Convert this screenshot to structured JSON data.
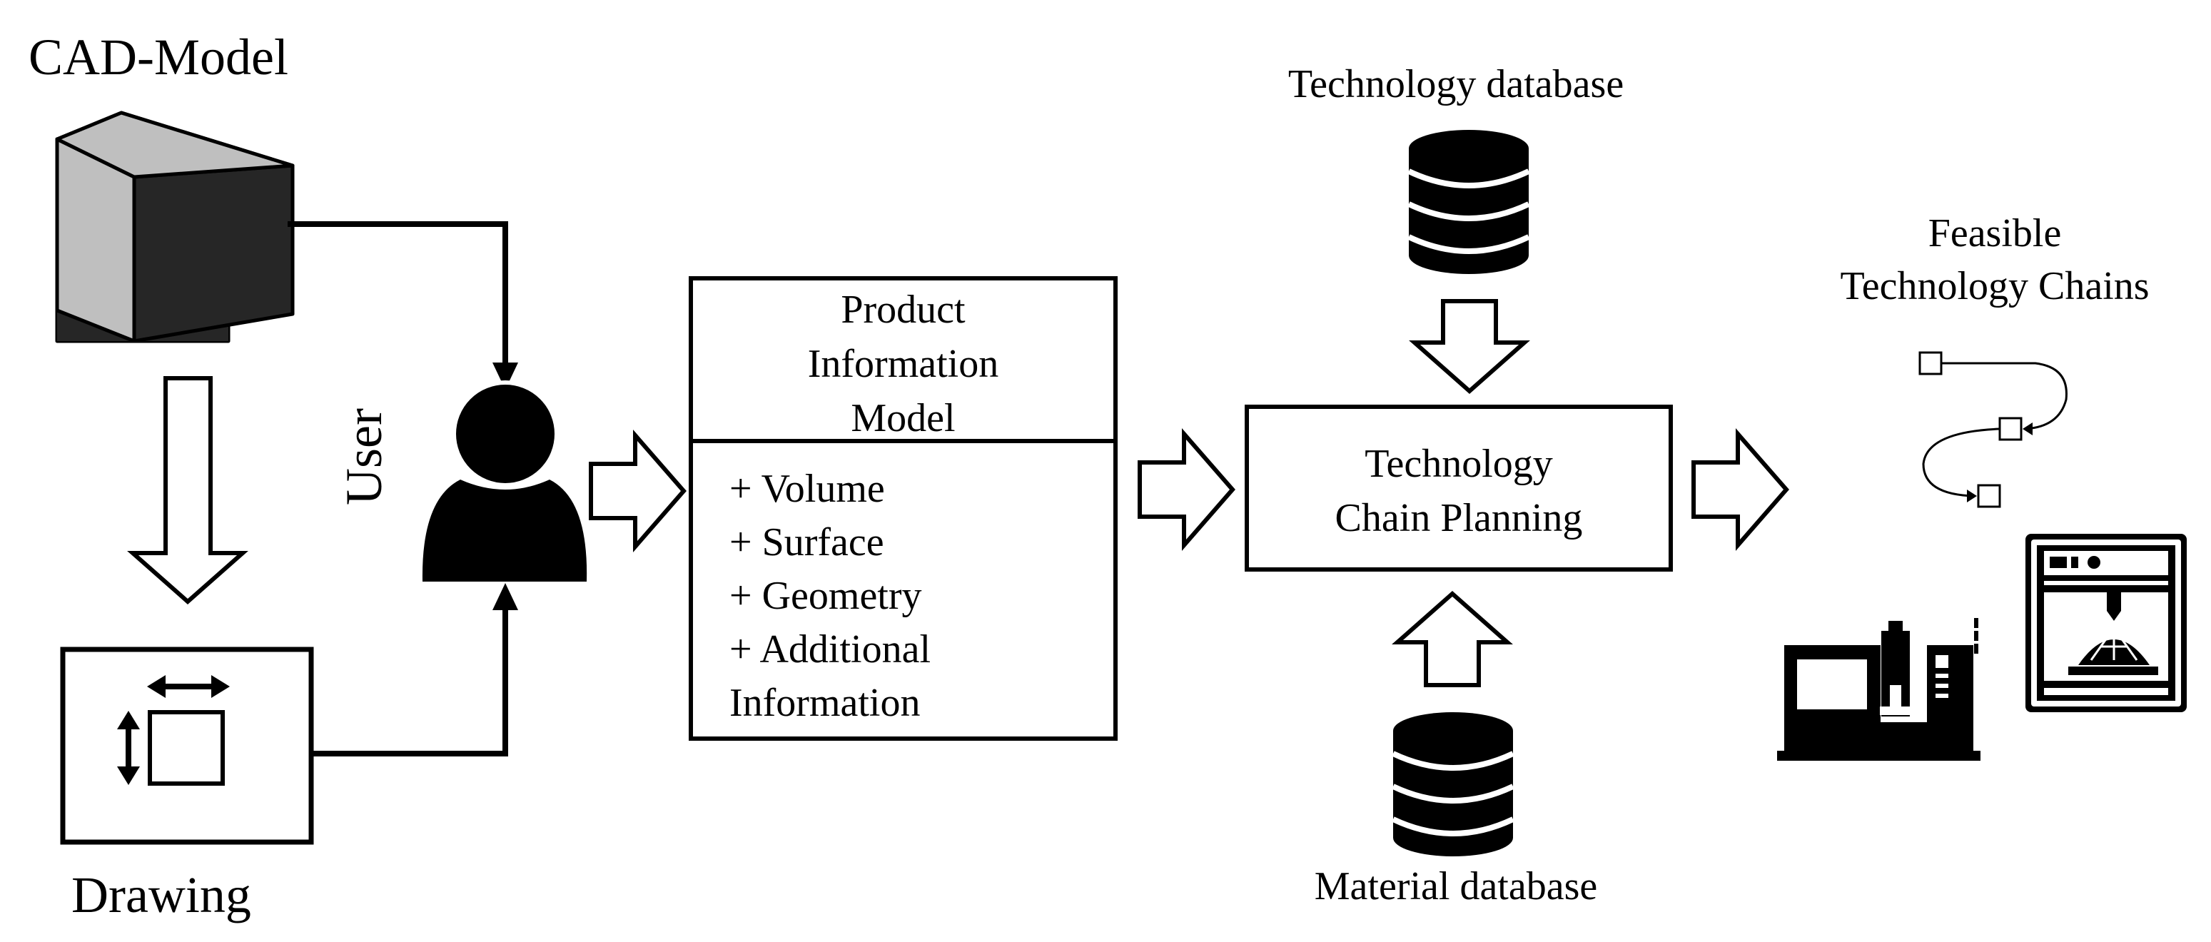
{
  "labels": {
    "cad_model": "CAD-Model",
    "drawing": "Drawing",
    "user": "User",
    "technology_database": "Technology database",
    "material_database": "Material database",
    "feasible_chains": [
      "Feasible",
      "Technology Chains"
    ]
  },
  "product_information_model": {
    "title": [
      "Product",
      "Information",
      "Model"
    ],
    "items": [
      "+ Volume",
      "+ Surface",
      "+ Geometry",
      "+ Additional",
      "Information"
    ]
  },
  "technology_chain_planning": {
    "title": [
      "Technology",
      "Chain Planning"
    ]
  }
}
